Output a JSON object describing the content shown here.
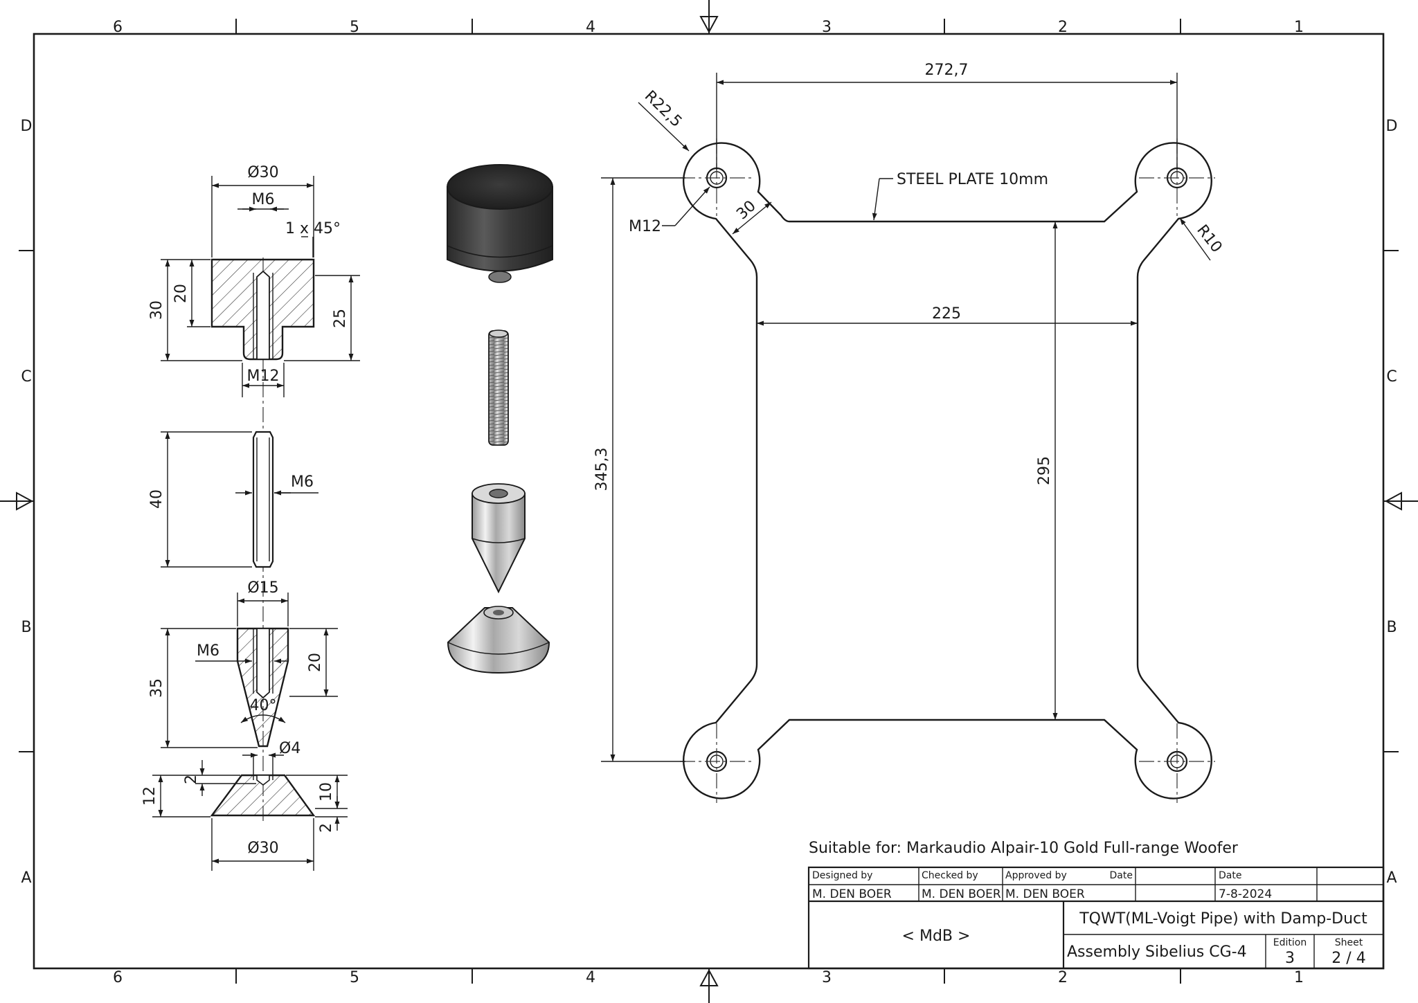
{
  "frame": {
    "col_labels": [
      "6",
      "5",
      "4",
      "3",
      "2",
      "1"
    ],
    "row_labels": [
      "D",
      "C",
      "B",
      "A"
    ]
  },
  "dims": {
    "knob_dia": "Ø30",
    "knob_thread": "M6",
    "knob_chamfer": "1 x 45°",
    "knob_h30": "30",
    "knob_h20": "20",
    "knob_h25": "25",
    "knob_m12": "M12",
    "stud_len": "40",
    "stud_thread": "M6",
    "spike_dia": "Ø15",
    "spike_thread": "M6",
    "spike_h35": "35",
    "spike_h20": "20",
    "spike_angle": "40°",
    "spike_tip": "Ø4",
    "cup_h12": "12",
    "cup_h2a": "2",
    "cup_h10": "10",
    "cup_h2b": "2",
    "cup_dia": "Ø30",
    "plate_width": "272,7",
    "plate_radius_big": "R22,5",
    "plate_material": "STEEL PLATE 10mm",
    "plate_hole": "M12",
    "plate_neck": "30",
    "plate_radius_small": "R10",
    "plate_inner_width": "225",
    "plate_height": "345,3",
    "plate_inner_height": "295"
  },
  "note": "Suitable for: Markaudio Alpair-10 Gold Full-range Woofer",
  "title_block": {
    "designed_by_label": "Designed by",
    "designed_by": "M. DEN BOER",
    "checked_by_label": "Checked by",
    "checked_by": "M. DEN BOER",
    "approved_by_label": "Approved by",
    "approved_by": "M. DEN BOER",
    "date_label_1": "Date",
    "date_label_2": "Date",
    "date": "7-8-2024",
    "company": "< MdB >",
    "title": "TQWT(ML-Voigt Pipe) with Damp-Duct",
    "subtitle": "Assembly Sibelius CG-4",
    "edition_label": "Edition",
    "edition": "3",
    "sheet_label": "Sheet",
    "sheet": "2 / 4"
  }
}
